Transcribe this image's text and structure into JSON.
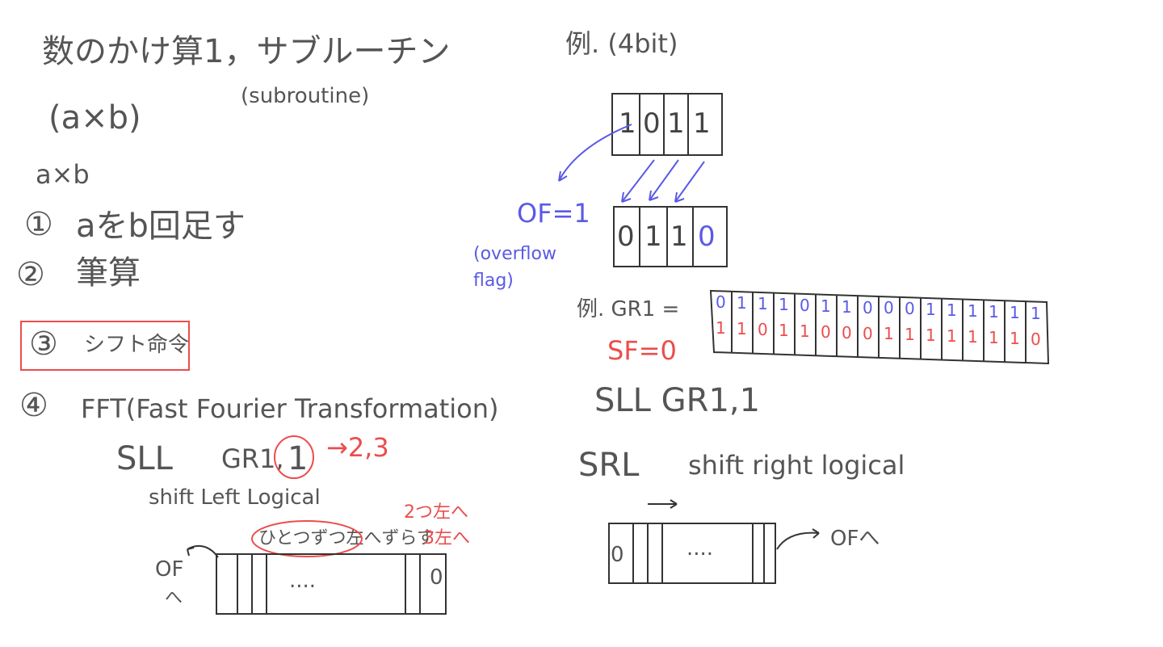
{
  "left": {
    "title": "数のかけ算1，サブルーチン",
    "subroutine": "(subroutine)",
    "axb_paren": "(a×b)",
    "axb": "a×b",
    "item1_num": "①",
    "item1_text": "aをb回足す",
    "item2_num": "②",
    "item2_text": "筆算",
    "item3_num": "③",
    "item3_text": "シフト命令",
    "item4_num": "④",
    "item4_text": "FFT(Fast Fourier Transformation)",
    "sll_code_a": "SLL",
    "sll_code_b": "GR1,",
    "sll_code_c": "1",
    "arrow_note": "→2,3",
    "shift_left": "shift Left Logical",
    "note_one": "ひとつずつ左へずらす",
    "note_two": "2つ左へ",
    "note_three": "3左へ",
    "of_label": "OF",
    "of_hook": "へ",
    "register_dots": "....",
    "register_last_bit": "0"
  },
  "right": {
    "example_title": "例. (4bit)",
    "bits_before": [
      "1",
      "0",
      "1",
      "1"
    ],
    "bits_after": [
      "0",
      "1",
      "1",
      "0"
    ],
    "of_equals": "OF=1",
    "overflow_flag": "(overflow flag)",
    "ex2_label": "例. GR1 =",
    "gr1_bits_top": [
      "0",
      "1",
      "1",
      "1",
      "0",
      "1",
      "1",
      "0",
      "0",
      "0",
      "1",
      "1",
      "1",
      "1",
      "1",
      "1"
    ],
    "gr1_bits_bottom": [
      "1",
      "1",
      "0",
      "1",
      "1",
      "0",
      "0",
      "0",
      "1",
      "1",
      "1",
      "1",
      "1",
      "1",
      "1",
      "0"
    ],
    "sf_equals": "SF=0",
    "sll_gr1": "SLL GR1,1",
    "srl_code": "SRL",
    "srl_text": "shift right logical",
    "register_first_bit": "0",
    "register_dots": "....",
    "of_to": "OFへ"
  },
  "colors": {
    "ink": "#555555",
    "blue": "#5a5ae6",
    "red": "#ec4d4d"
  }
}
